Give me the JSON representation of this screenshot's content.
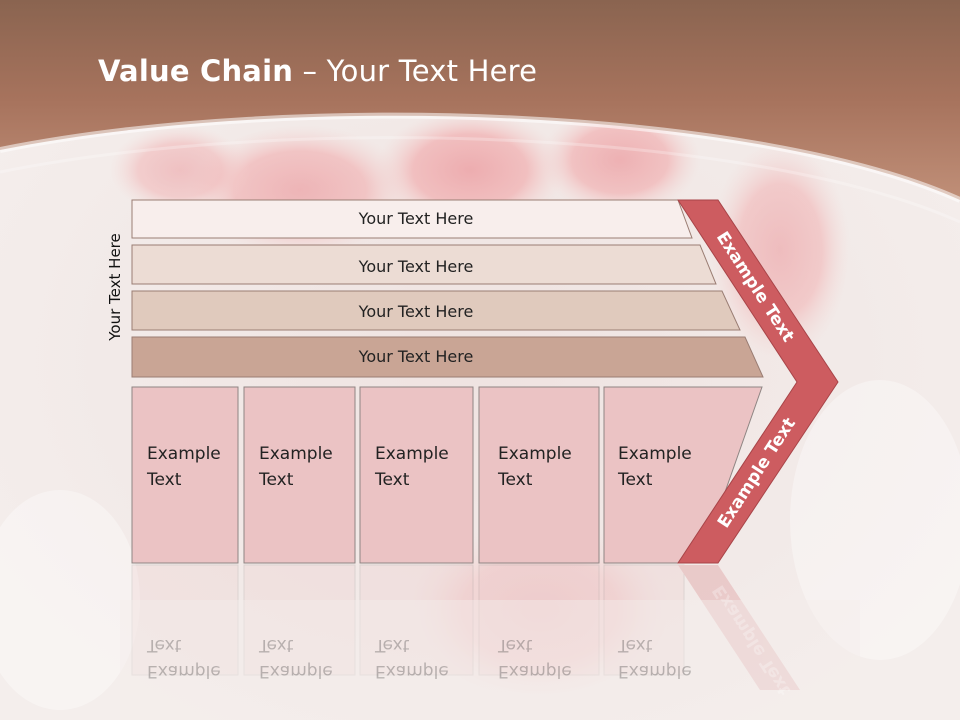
{
  "title": {
    "bold": "Value Chain",
    "rest": " – Your Text Here"
  },
  "side_label": "Your Text Here",
  "rows": [
    {
      "label": "Your Text Here",
      "fill": "#f8eeec"
    },
    {
      "label": "Your Text Here",
      "fill": "#ecdcd4"
    },
    {
      "label": "Your Text Here",
      "fill": "#e0cabd"
    },
    {
      "label": "Your Text Here",
      "fill": "#c9a595"
    }
  ],
  "boxes": [
    {
      "label": "Example\nText"
    },
    {
      "label": "Example\nText"
    },
    {
      "label": "Example\nText"
    },
    {
      "label": "Example\nText"
    },
    {
      "label": "Example\nText"
    }
  ],
  "chevron": {
    "upper_label": "Example Text",
    "lower_label": "Example Text",
    "color": "#cd5c60"
  },
  "colors": {
    "header": "#a7735d",
    "box_fill": "#ebc3c4",
    "photo_bg": "#efe5e3"
  }
}
